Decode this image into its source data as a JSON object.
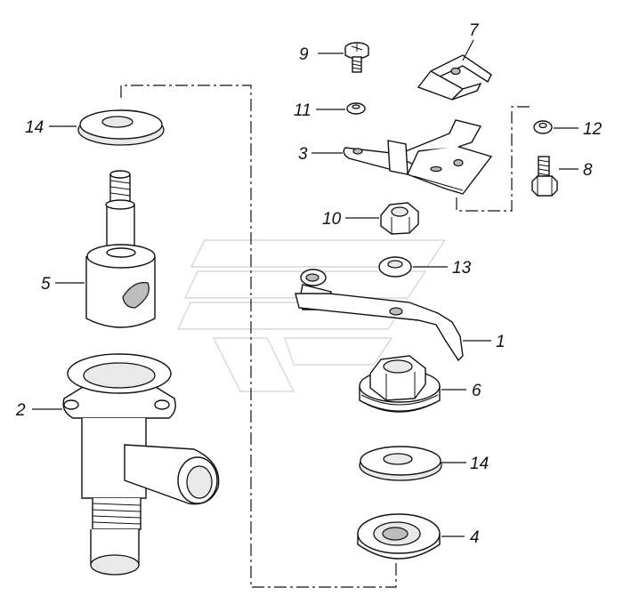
{
  "diagram": {
    "labels": [
      {
        "id": "p9",
        "text": "9"
      },
      {
        "id": "p7",
        "text": "7"
      },
      {
        "id": "p14a",
        "text": "14"
      },
      {
        "id": "p11",
        "text": "11"
      },
      {
        "id": "p12",
        "text": "12"
      },
      {
        "id": "p3",
        "text": "3"
      },
      {
        "id": "p8",
        "text": "8"
      },
      {
        "id": "p10",
        "text": "10"
      },
      {
        "id": "p13",
        "text": "13"
      },
      {
        "id": "p5",
        "text": "5"
      },
      {
        "id": "p1",
        "text": "1"
      },
      {
        "id": "p6",
        "text": "6"
      },
      {
        "id": "p2",
        "text": "2"
      },
      {
        "id": "p14b",
        "text": "14"
      },
      {
        "id": "p4",
        "text": "4"
      }
    ]
  }
}
